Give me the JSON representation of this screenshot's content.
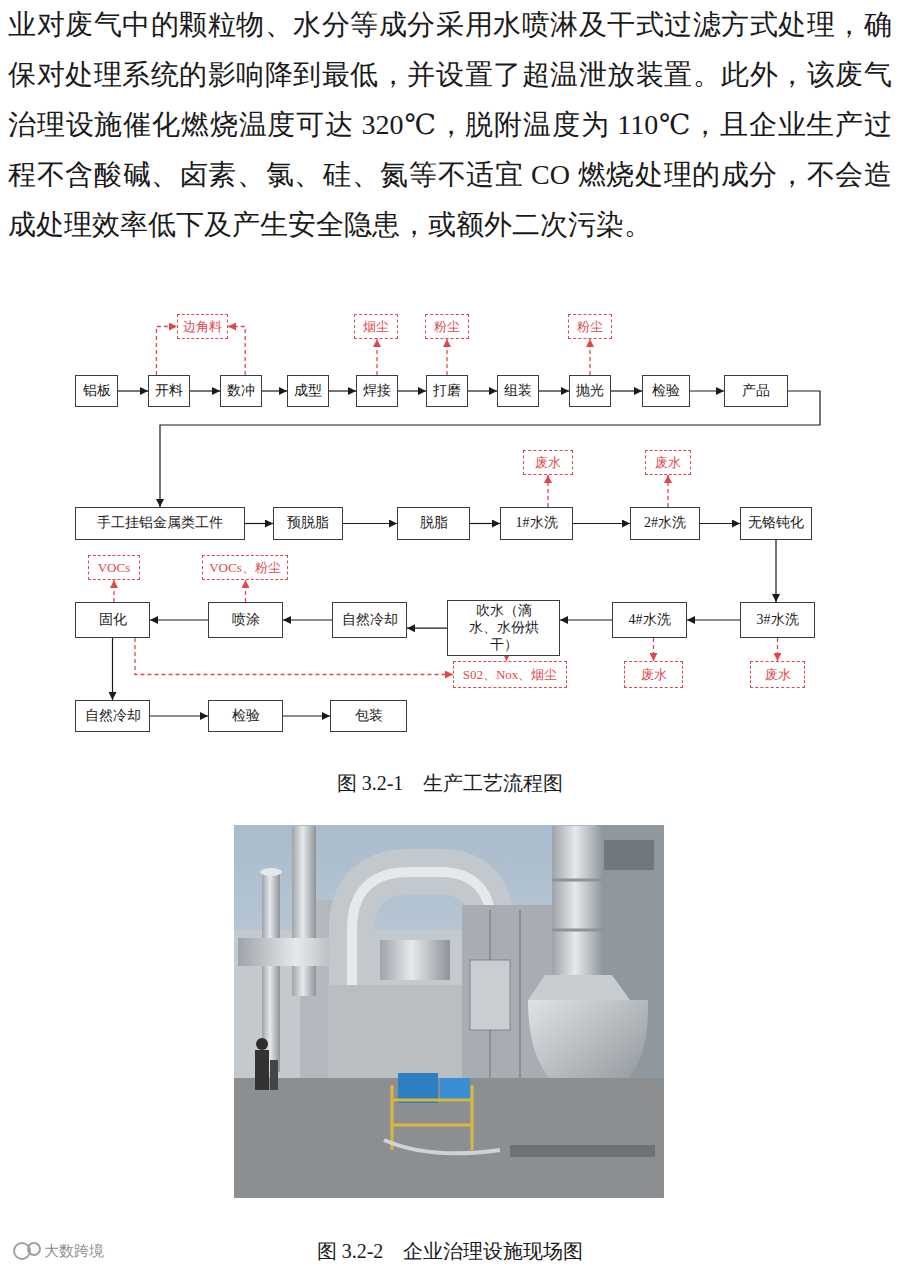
{
  "diagram": {
    "nodes": [
      {
        "text": [
          "铝板"
        ]
      },
      {
        "text": [
          "开料"
        ]
      },
      {
        "text": [
          "数冲"
        ]
      },
      {
        "text": [
          "成型"
        ]
      },
      {
        "text": [
          "焊接"
        ]
      },
      {
        "text": [
          "打磨"
        ]
      },
      {
        "text": [
          "组装"
        ]
      },
      {
        "text": [
          "抛光"
        ]
      },
      {
        "text": [
          "检验"
        ]
      },
      {
        "text": [
          "产品"
        ]
      },
      {
        "text": [
          "边角料"
        ]
      },
      {
        "text": [
          "烟尘"
        ]
      },
      {
        "text": [
          "粉尘"
        ]
      },
      {
        "text": [
          "粉尘"
        ]
      },
      {
        "text": [
          "手工挂铝金属类工件"
        ]
      },
      {
        "text": [
          "预脱脂"
        ]
      },
      {
        "text": [
          "脱脂"
        ]
      },
      {
        "text": [
          "1#水洗"
        ]
      },
      {
        "text": [
          "2#水洗"
        ]
      },
      {
        "text": [
          "无铬钝化"
        ]
      },
      {
        "text": [
          "废水"
        ]
      },
      {
        "text": [
          "废水"
        ]
      },
      {
        "text": [
          "固化"
        ]
      },
      {
        "text": [
          "喷涂"
        ]
      },
      {
        "text": [
          "自然冷却"
        ]
      },
      {
        "text": [
          "吹水（滴水、水份烘干）"
        ]
      },
      {
        "text": [
          "4#水洗"
        ]
      },
      {
        "text": [
          "3#水洗"
        ]
      },
      {
        "text": [
          "VOCs"
        ]
      },
      {
        "text": [
          "VOCs、粉尘"
        ]
      },
      {
        "text": [
          "S02、Nox、烟尘"
        ]
      },
      {
        "text": [
          "废水"
        ]
      },
      {
        "text": [
          "废水"
        ]
      },
      {
        "text": [
          "自然冷却"
        ]
      },
      {
        "text": [
          "检验"
        ]
      },
      {
        "text": [
          "包装"
        ]
      }
    ],
    "edges": [
      {
        "from": 0,
        "to": 1,
        "arrow": "to"
      },
      {
        "from": 1,
        "to": 2,
        "arrow": "to"
      },
      {
        "from": 1,
        "to": 10,
        "arrow": "to"
      },
      {
        "from": 2,
        "to": 10,
        "arrow": "to"
      },
      {
        "from": 2,
        "to": 3,
        "arrow": "to"
      },
      {
        "from": 3,
        "to": 4,
        "arrow": "to"
      },
      {
        "from": 4,
        "to": 11,
        "arrow": "to"
      },
      {
        "from": 4,
        "to": 5,
        "arrow": "to"
      },
      {
        "from": 5,
        "to": 12,
        "arrow": "to"
      },
      {
        "from": 5,
        "to": 6,
        "arrow": "to"
      },
      {
        "from": 6,
        "to": 7,
        "arrow": "to"
      },
      {
        "from": 7,
        "to": 13,
        "arrow": "to"
      },
      {
        "from": 7,
        "to": 8,
        "arrow": "to"
      },
      {
        "from": 8,
        "to": 9,
        "arrow": "to"
      },
      {
        "from": 9,
        "to": 14,
        "arrow": "to"
      },
      {
        "from": 14,
        "to": 15,
        "arrow": "to"
      },
      {
        "from": 15,
        "to": 16,
        "arrow": "to"
      },
      {
        "from": 16,
        "to": 17,
        "arrow": "to"
      },
      {
        "from": 17,
        "to": 20,
        "arrow": "to"
      },
      {
        "from": 17,
        "to": 18,
        "arrow": "to"
      },
      {
        "from": 18,
        "to": 21,
        "arrow": "to"
      },
      {
        "from": 18,
        "to": 19,
        "arrow": "to"
      },
      {
        "from": 19,
        "to": 27,
        "arrow": "to"
      },
      {
        "from": 27,
        "to": 32,
        "arrow": "to"
      },
      {
        "from": 27,
        "to": 26,
        "arrow": "to"
      },
      {
        "from": 26,
        "to": 31,
        "arrow": "to"
      },
      {
        "from": 26,
        "to": 25,
        "arrow": "to"
      },
      {
        "from": 25,
        "to": 24,
        "arrow": "to"
      },
      {
        "from": 24,
        "to": 23,
        "arrow": "to"
      },
      {
        "from": 23,
        "to": 29,
        "arrow": "to"
      },
      {
        "from": 23,
        "to": 22,
        "arrow": "to"
      },
      {
        "from": 22,
        "to": 28,
        "arrow": "to"
      },
      {
        "from": 22,
        "to": 30,
        "arrow": "to"
      },
      {
        "from": 25,
        "to": 30,
        "arrow": "to"
      },
      {
        "from": 22,
        "to": 33,
        "arrow": "to"
      },
      {
        "from": 33,
        "to": 34,
        "arrow": "to"
      },
      {
        "from": 34,
        "to": 35,
        "arrow": "to"
      }
    ],
    "labels": [
      "业对废气中的颗粒物、水分等成分采用水喷淋及干式过滤方式处理，确保对处理系统的影响降到最低，并设置了超温泄放装置。此外，该废气治理设施催化燃烧温度可达 320℃，脱附温度为 110℃，且企业生产过程不含酸碱、卤素、氯、硅、氮等不适宜 CO 燃烧处理的成分，不会造成处理效率低下及产生安全隐患，或额外二次污染。",
      "图 3.2-1　生产工艺流程图",
      "图 3.2-2　企业治理设施现场图",
      "大数跨境"
    ]
  }
}
